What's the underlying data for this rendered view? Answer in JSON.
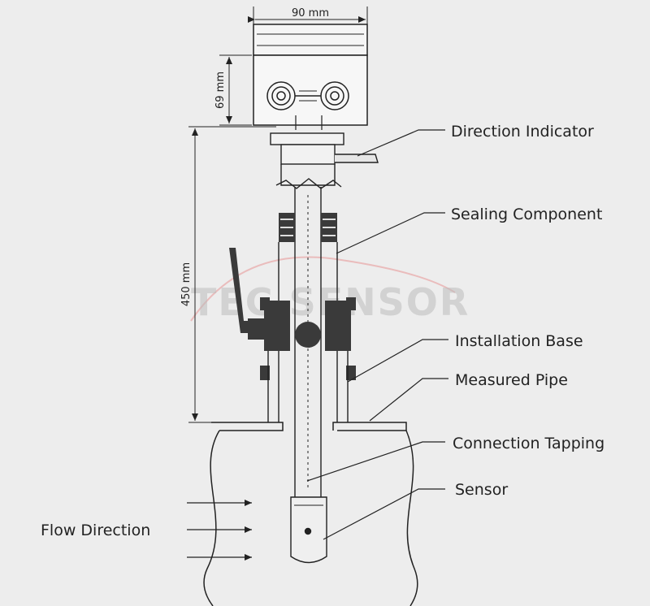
{
  "dimensions": {
    "width": "90 mm",
    "head_height": "69 mm",
    "insertion_length": "450 mm"
  },
  "labels": {
    "direction_indicator": "Direction Indicator",
    "sealing_component": "Sealing Component",
    "installation_base": "Installation Base",
    "measured_pipe": "Measured Pipe",
    "connection_tapping": "Connection Tapping",
    "sensor": "Sensor",
    "flow_direction": "Flow Direction"
  },
  "watermark": "TEC SENSOR",
  "colors": {
    "background": "#ededed",
    "line": "#222222",
    "dark_fill": "#3a3a3a",
    "watermark": "#bdbdbd",
    "watermark_arc": "#e8a6a6"
  }
}
